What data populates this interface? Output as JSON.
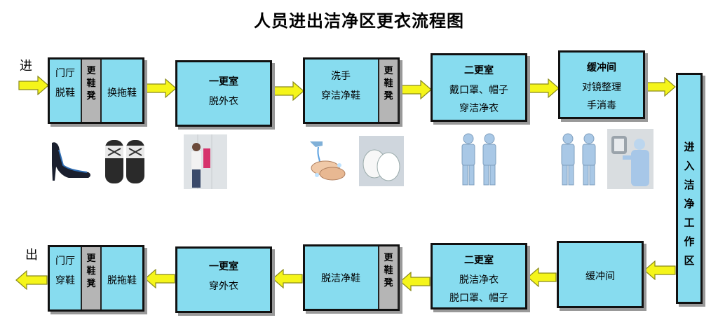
{
  "title": "人员进出洁净区更衣流程图",
  "labels": {
    "enter": "进",
    "exit": "出"
  },
  "colors": {
    "box": "#87dcef",
    "arrow": "#f5f51a",
    "arrow_stroke": "#8a8a1a",
    "bench": "#b5b5b5"
  },
  "top_row": {
    "lobby": {
      "left_l1": "门厅",
      "left_l2": "脱鞋",
      "bench": "更\n鞋\n凳",
      "right": "换拖鞋"
    },
    "first_change": {
      "l1": "一更室",
      "l2": "脱外衣"
    },
    "wash": {
      "l1": "洗手",
      "l2": "穿洁净鞋",
      "bench": "更\n鞋\n凳"
    },
    "second_change": {
      "l1": "二更室",
      "l2": "戴口罩、帽子",
      "l3": "穿洁净衣"
    },
    "buffer": {
      "l1": "缓冲间",
      "l2": "对镜整理",
      "l3": "手消毒"
    }
  },
  "work_area": "进\n入\n洁\n净\n工\n作\n区",
  "bottom_row": {
    "buffer": {
      "l1": "缓冲间"
    },
    "second_change": {
      "l1": "二更室",
      "l2": "脱洁净衣",
      "l3": "脱口罩、帽子"
    },
    "unshoe": {
      "l1": "脱洁净鞋",
      "bench": "更\n鞋\n凳"
    },
    "first_change": {
      "l1": "一更室",
      "l2": "穿外衣"
    },
    "lobby": {
      "left_l1": "门厅",
      "left_l2": "穿鞋",
      "bench": "更\n鞋\n凳",
      "right": "脱拖鞋"
    }
  },
  "photos": [
    "high-heel-shoe-icon",
    "slipper-icon",
    "person-undressing-icon",
    "handwash-icon",
    "clean-shoe-icon",
    "cleanroom-suit-icon",
    "cleanroom-suit-icon",
    "hand-sanitizer-icon"
  ]
}
